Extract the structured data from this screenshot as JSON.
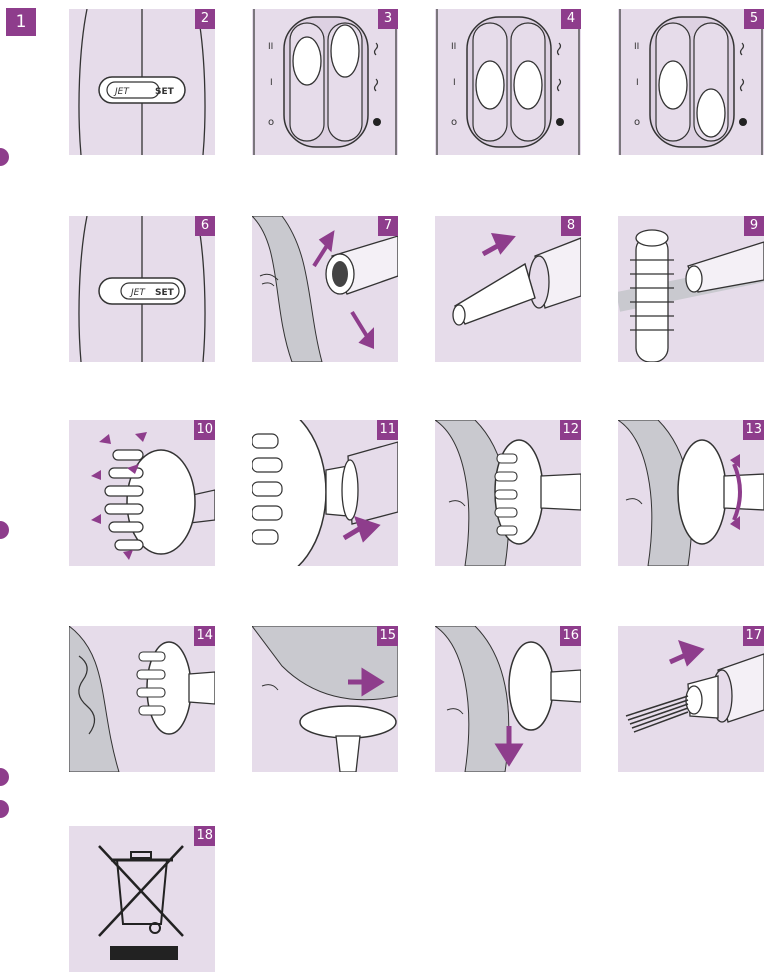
{
  "page_number_label": "1",
  "panels": [
    {
      "num": "2",
      "subject": "jet-set-button",
      "button_text_left": "JET",
      "button_text_right": "SET"
    },
    {
      "num": "3",
      "subject": "switch-speed-temperature",
      "speed_high": "II",
      "speed_low": "I",
      "speed_off": "o"
    },
    {
      "num": "4",
      "subject": "switch-speed-temperature",
      "speed_high": "II",
      "speed_low": "I",
      "speed_off": "o"
    },
    {
      "num": "5",
      "subject": "switch-speed-temperature",
      "speed_high": "II",
      "speed_low": "I",
      "speed_off": "o"
    },
    {
      "num": "6",
      "subject": "jet-set-button-pressed",
      "button_text_left": "JET",
      "button_text_right": "SET"
    },
    {
      "num": "7",
      "subject": "dryer-airflow-hair"
    },
    {
      "num": "8",
      "subject": "attach-concentrator-nozzle"
    },
    {
      "num": "9",
      "subject": "volume-brush-attachment"
    },
    {
      "num": "10",
      "subject": "diffuser-fingers-rotate"
    },
    {
      "num": "11",
      "subject": "attach-diffuser"
    },
    {
      "num": "12",
      "subject": "diffuser-at-roots"
    },
    {
      "num": "13",
      "subject": "diffuser-move-up-down"
    },
    {
      "num": "14",
      "subject": "diffuser-curls"
    },
    {
      "num": "15",
      "subject": "diffuser-under-hair"
    },
    {
      "num": "16",
      "subject": "diffuser-downward"
    },
    {
      "num": "17",
      "subject": "attach-comb-nozzle"
    },
    {
      "num": "18",
      "subject": "crossed-out-wheelie-bin"
    }
  ]
}
